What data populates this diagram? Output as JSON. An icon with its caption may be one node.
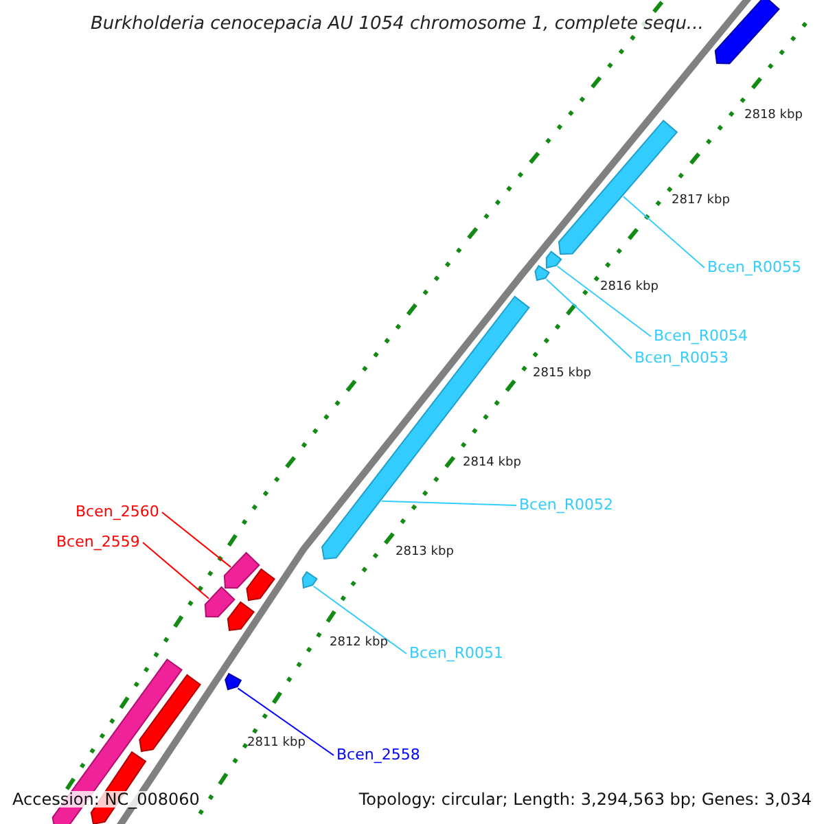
{
  "diagram": {
    "title": "Burkholderia cenocepacia AU 1054 chromosome 1, complete sequ...",
    "nodes": [
      {
        "text": [
          "Bcen_R0055"
        ]
      },
      {
        "text": [
          "Bcen_R0054"
        ]
      },
      {
        "text": [
          "Bcen_R0053"
        ]
      },
      {
        "text": [
          "Bcen_R0052"
        ]
      },
      {
        "text": [
          "Bcen_2560"
        ]
      },
      {
        "text": [
          "Bcen_2559"
        ]
      },
      {
        "text": [
          "Bcen_R0051"
        ]
      },
      {
        "text": [
          "Bcen_2558"
        ]
      },
      {
        "text": [],
        "shape": "bar"
      },
      {
        "text": [],
        "shape": "bar"
      },
      {
        "text": [],
        "shape": "bar"
      },
      {
        "text": [],
        "shape": "bar"
      },
      {
        "text": [],
        "shape": "bar"
      },
      {
        "text": [],
        "shape": "bar"
      },
      {
        "text": [],
        "shape": "bar"
      },
      {
        "text": [],
        "shape": "bar"
      }
    ],
    "edges": [
      {
        "from": 0,
        "to": 8,
        "arrow": "none"
      },
      {
        "from": 1,
        "to": 9,
        "arrow": "none"
      },
      {
        "from": 2,
        "to": 10,
        "arrow": "none"
      },
      {
        "from": 3,
        "to": 11,
        "arrow": "none"
      },
      {
        "from": 4,
        "to": 12,
        "arrow": "none",
        "color": "#ff0000"
      },
      {
        "from": 5,
        "to": 14,
        "arrow": "none",
        "color": "#ff0000"
      },
      {
        "from": 6,
        "to": 13,
        "arrow": "none"
      },
      {
        "from": 7,
        "to": 15,
        "arrow": "none",
        "color": "#0000ff"
      }
    ],
    "labels": [
      "2818 kbp",
      "2817 kbp",
      "2816 kbp",
      "2815 kbp",
      "2814 kbp",
      "2813 kbp",
      "2812 kbp",
      "2811 kbp",
      "Accession: NC_008060",
      "Topology: circular; Length: 3,294,563 bp; Genes: 3,034"
    ]
  }
}
